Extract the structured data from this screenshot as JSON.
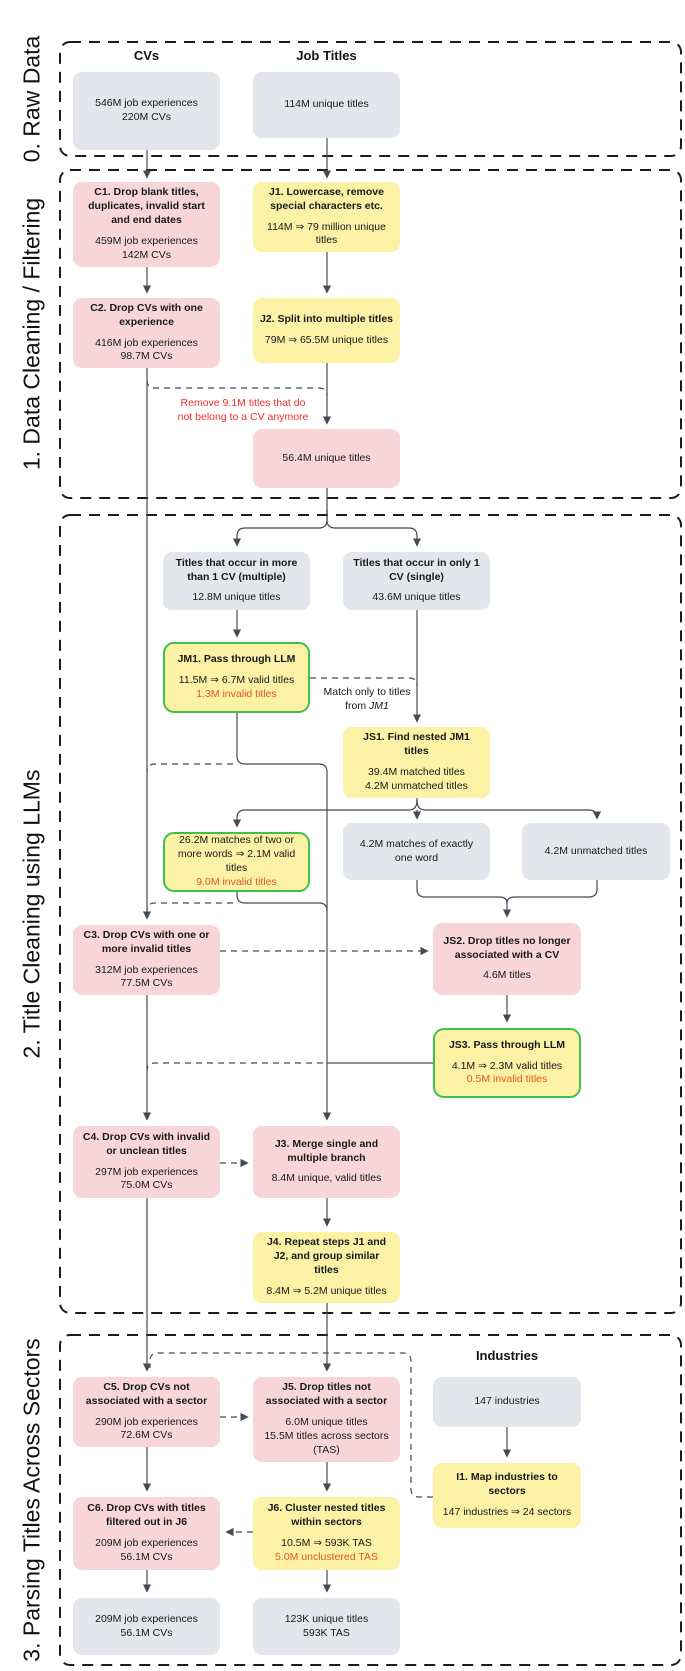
{
  "sections": [
    {
      "label": "0. Raw Data"
    },
    {
      "label": "1. Data Cleaning / Filtering"
    },
    {
      "label": "2. Title Cleaning using LLMs"
    },
    {
      "label": "3. Parsing Titles Across Sectors"
    }
  ],
  "headers": {
    "cvs": "CVs",
    "job_titles": "Job Titles",
    "industries": "Industries"
  },
  "annotations": {
    "remove_titles": "Remove 9.1M titles that do\nnot belong to a CV anymore",
    "match_line1": "Match only to titles",
    "match_line2_prefix": "from ",
    "match_line2_italic": "JM1"
  },
  "colors": {
    "pink": "#f8d6d7",
    "yellow": "#fcf2a5",
    "gray": "#e3e6ea",
    "green_border": "#3fc04a",
    "line": "#454b54",
    "invalid_text": "#e2571f",
    "alert_text": "#ef2d2d",
    "section_border": "#1c1c1c"
  },
  "boxes": {
    "raw_cv": {
      "body": "546M job experiences\n220M CVs"
    },
    "raw_job": {
      "body": "114M unique titles"
    },
    "c1": {
      "title": "C1. Drop blank titles, duplicates, invalid start and end dates",
      "body": "459M job experiences\n142M CVs"
    },
    "j1": {
      "title": "J1. Lowercase, remove special characters etc.",
      "body": "114M ⇒ 79 million unique titles"
    },
    "c2": {
      "title": "C2. Drop CVs with one experience",
      "body": "416M job experiences\n98.7M CVs"
    },
    "j2": {
      "title": "J2. Split into multiple titles",
      "body": "79M ⇒ 65.5M unique titles"
    },
    "titles_56m": {
      "body": "56.4M unique titles"
    },
    "multiple": {
      "title": "Titles that occur in more than 1 CV (multiple)",
      "body": "12.8M unique titles"
    },
    "single": {
      "title": "Titles that occur in only 1 CV (single)",
      "body": "43.6M unique titles"
    },
    "jm1": {
      "title": "JM1. Pass through LLM",
      "body": "11.5M ⇒ 6.7M valid titles",
      "warn": "1.3M invalid titles"
    },
    "js1": {
      "title": "JS1. Find nested JM1 titles",
      "body": "39.4M matched titles\n4.2M unmatched titles"
    },
    "matches_26m": {
      "body": "26.2M matches of two or more words ⇒ 2.1M valid titles",
      "warn": "9.0M invalid titles"
    },
    "matches_one_word": {
      "body": "4.2M matches of exactly one word"
    },
    "unmatched_42m": {
      "body": "4.2M unmatched titles"
    },
    "c3": {
      "title": "C3. Drop CVs with one or more invalid titles",
      "body": "312M job experiences\n77.5M CVs"
    },
    "js2": {
      "title": "JS2. Drop titles no longer associated with a CV",
      "body": "4.6M titles"
    },
    "js3": {
      "title": "JS3. Pass through LLM",
      "body": "4.1M ⇒ 2.3M valid titles",
      "warn": "0.5M invalid titles"
    },
    "c4": {
      "title": "C4. Drop CVs with invalid or unclean titles",
      "body": "297M job experiences\n75.0M CVs"
    },
    "j3": {
      "title": "J3. Merge single and multiple branch",
      "body": "8.4M unique, valid titles"
    },
    "j4": {
      "title": "J4. Repeat steps J1 and J2, and group similar titles",
      "body": "8.4M ⇒ 5.2M unique titles"
    },
    "c5": {
      "title": "C5. Drop CVs not associated with a sector",
      "body": "290M job experiences\n72.6M CVs"
    },
    "j5": {
      "title": "J5. Drop titles not associated with a sector",
      "body": "6.0M unique titles\n15.5M titles across sectors (TAS)"
    },
    "industries_147": {
      "body": "147 industries"
    },
    "i1": {
      "title": "I1. Map industries to sectors",
      "body": "147 industries ⇒ 24 sectors"
    },
    "c6": {
      "title": "C6. Drop CVs with titles filtered out in J6",
      "body": "209M job experiences\n56.1M CVs"
    },
    "j6": {
      "title": "J6. Cluster nested titles within sectors",
      "body": "10.5M ⇒ 593K TAS",
      "warn": "5.0M unclustered TAS"
    },
    "final_cv": {
      "body": "209M job experiences\n56.1M CVs"
    },
    "final_titles": {
      "body": "123K unique titles\n593K TAS"
    }
  }
}
